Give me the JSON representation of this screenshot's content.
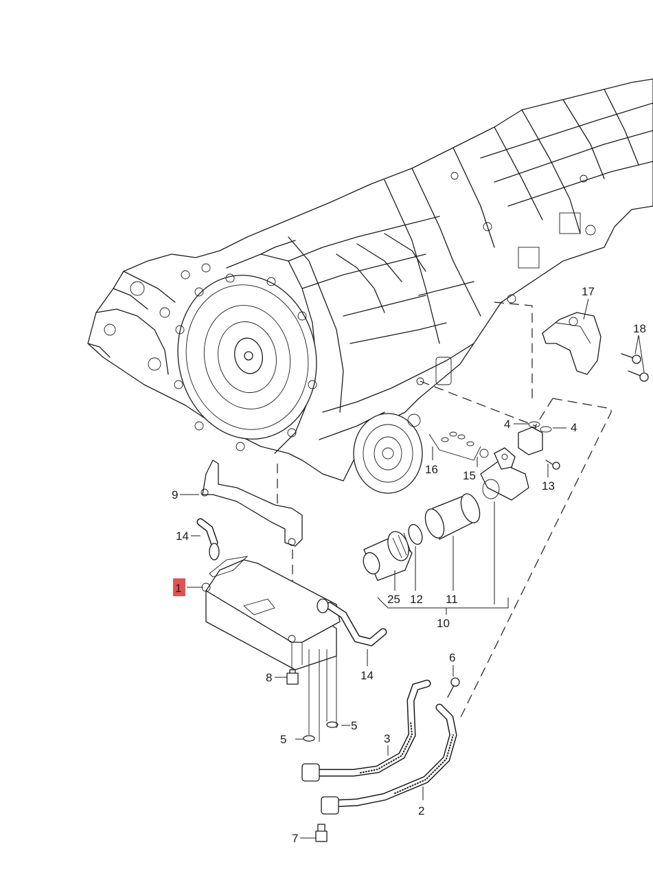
{
  "highlight_color": "#e05353",
  "callouts": {
    "c1": "1",
    "c2": "2",
    "c3": "3",
    "c4a": "4",
    "c4b": "4",
    "c5a": "5",
    "c5b": "5",
    "c6": "6",
    "c7": "7",
    "c8": "8",
    "c9": "9",
    "c10": "10",
    "c11": "11",
    "c12": "12",
    "c13": "13",
    "c14a": "14",
    "c14b": "14",
    "c15": "15",
    "c16": "16",
    "c17": "17",
    "c18": "18",
    "c25": "25"
  }
}
